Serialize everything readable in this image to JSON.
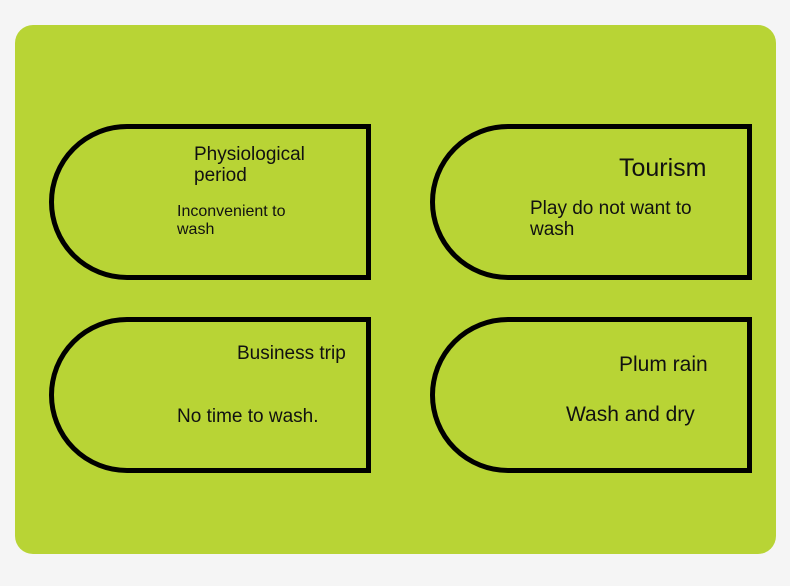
{
  "cards": [
    {
      "title": "Physiological period",
      "description": "Inconvenient to wash"
    },
    {
      "title": "Tourism",
      "description": "Play do not want to wash"
    },
    {
      "title": "Business trip",
      "description": "No time to wash."
    },
    {
      "title": "Plum rain",
      "description": "Wash and dry"
    }
  ],
  "colors": {
    "background": "#f5f5f5",
    "board": "#b8d435",
    "card_border": "#000000",
    "text": "#111111"
  }
}
